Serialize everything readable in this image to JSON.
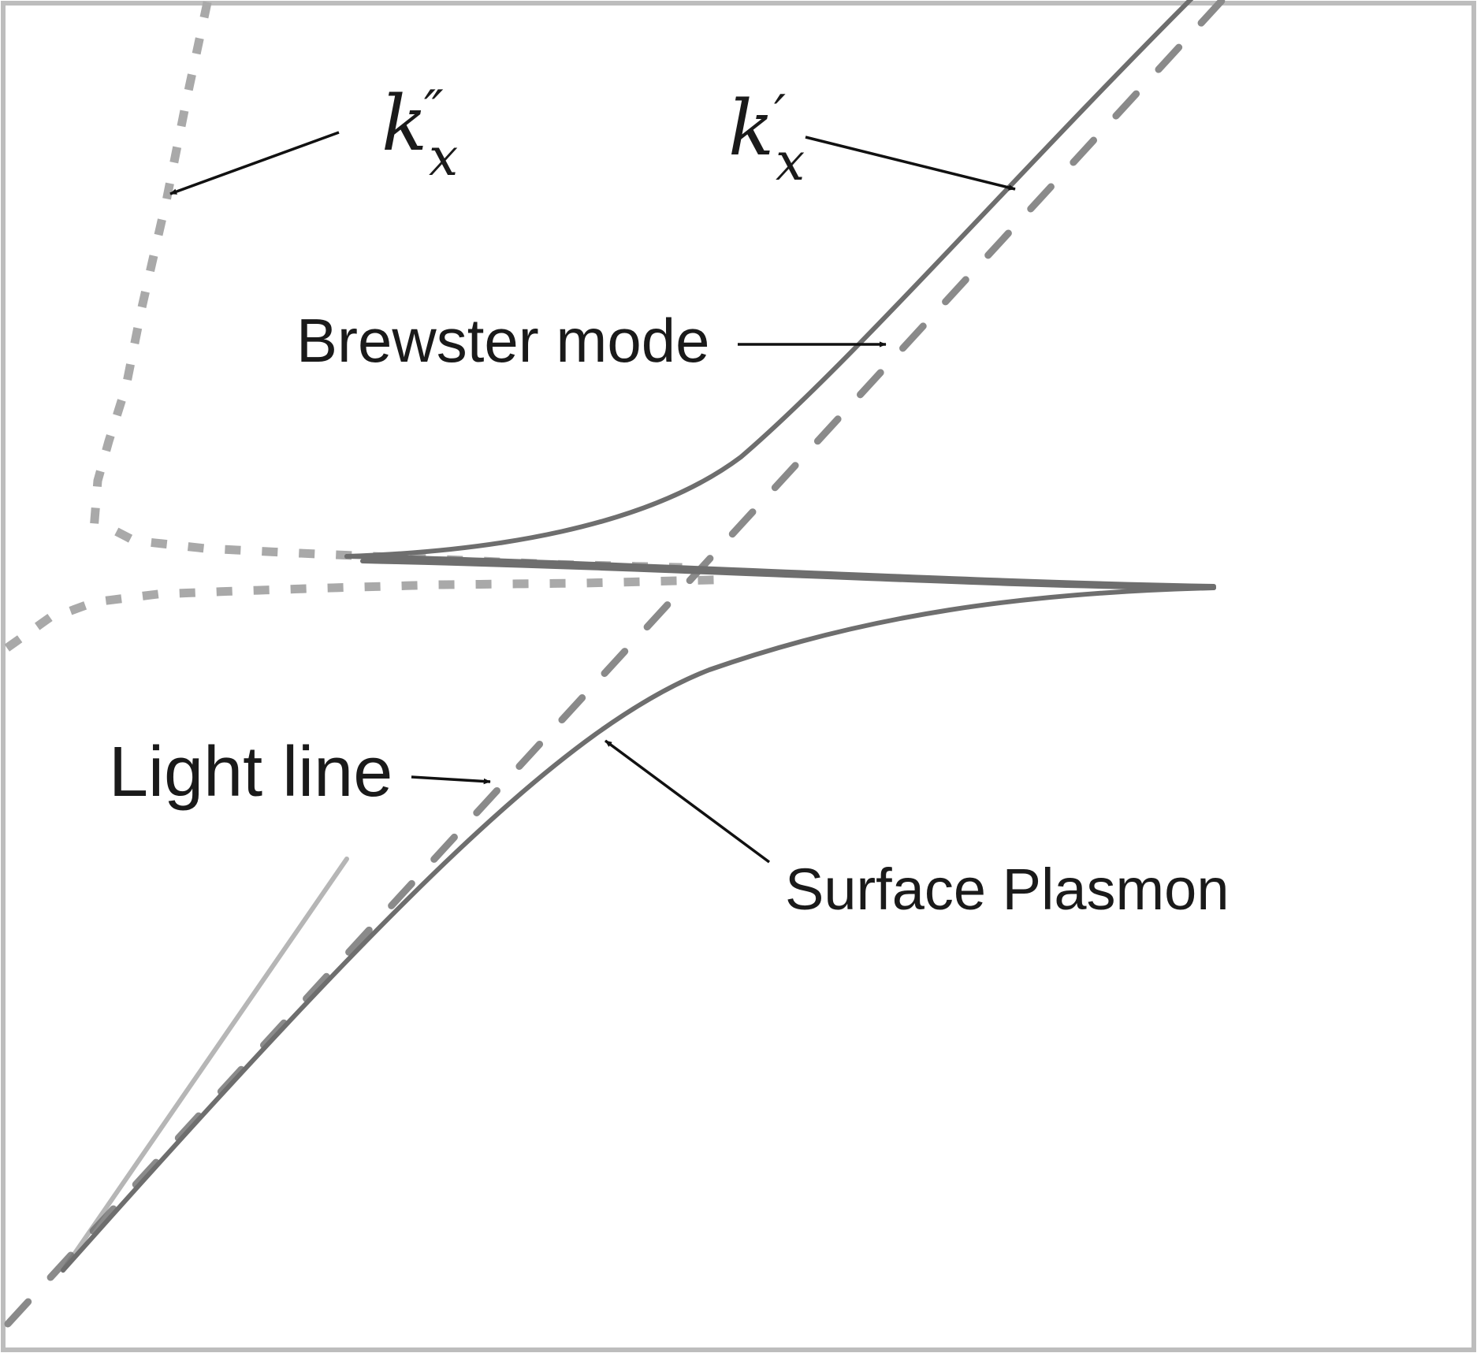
{
  "labels": {
    "kx_imag_base": "k",
    "kx_imag_sub": "x",
    "kx_imag_prime": "″",
    "kx_real_base": "k",
    "kx_real_sub": "x",
    "kx_real_prime": "′",
    "brewster": "Brewster mode",
    "light_line": "Light line",
    "surface_plasmon": "Surface Plasmon"
  },
  "colors": {
    "curve": "#6e6e6e",
    "light_line": "#8a8a8a",
    "imaginary_part": "#a9a9a9",
    "text": "#1a1a1a",
    "frame": "#bdbdbd"
  }
}
